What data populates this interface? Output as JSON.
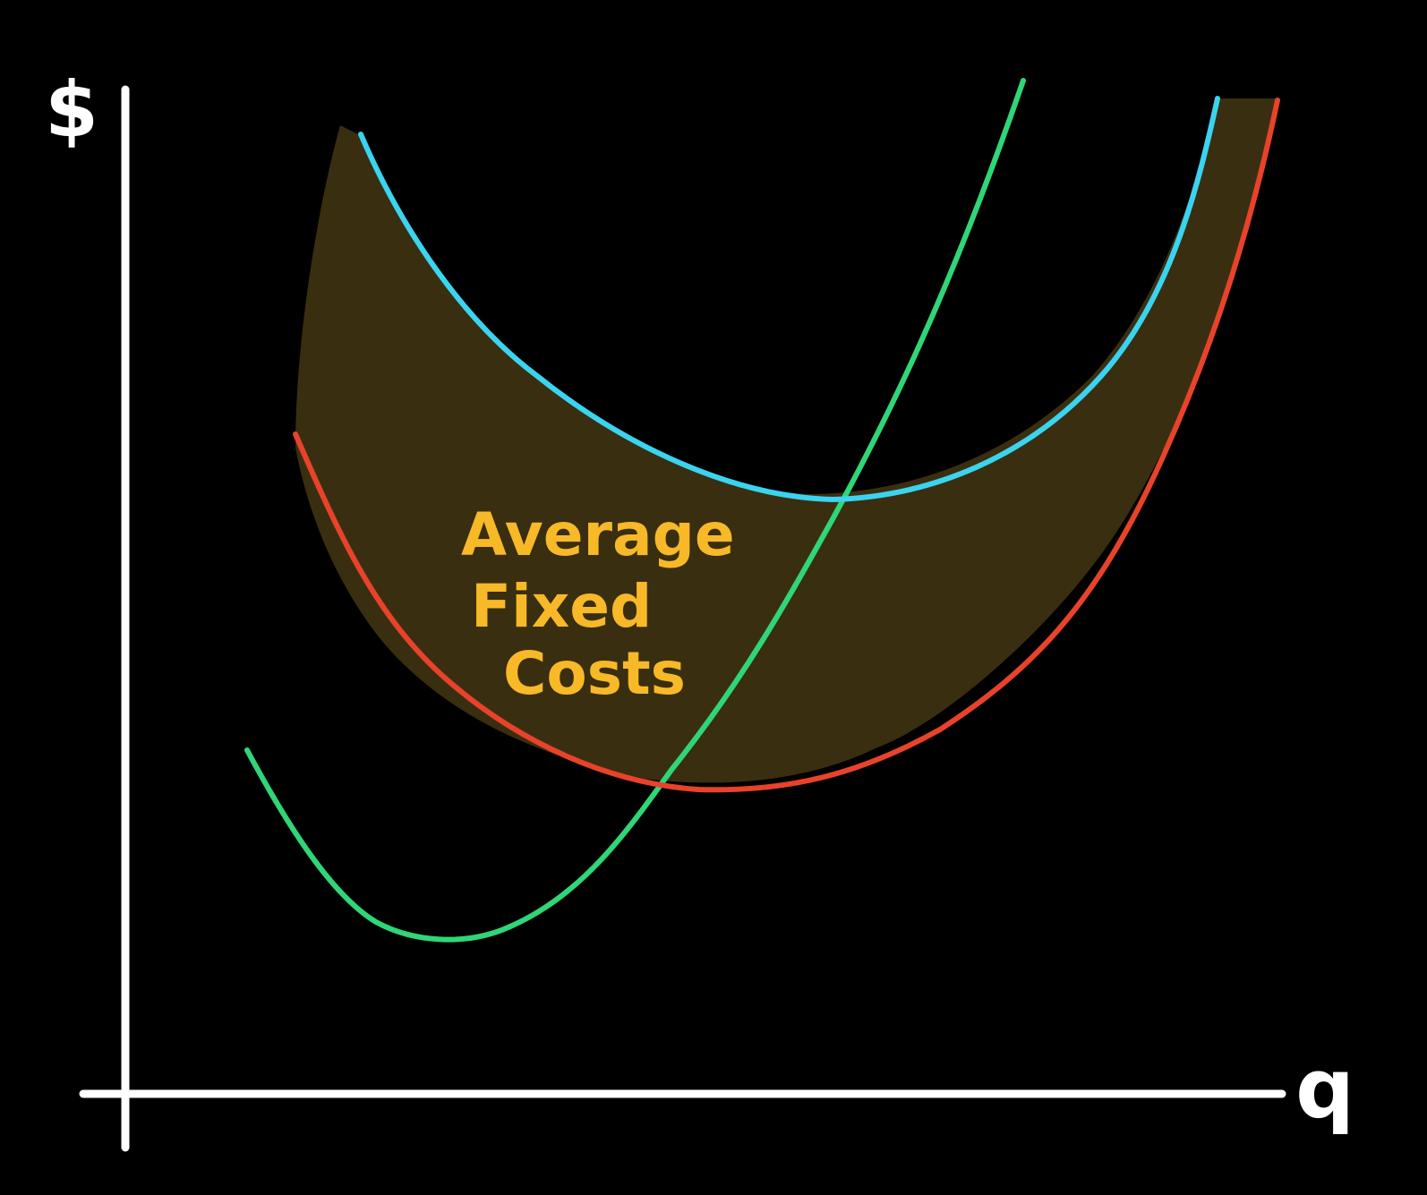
{
  "axes": {
    "y_label": "$",
    "x_label": "q"
  },
  "region": {
    "label_lines": [
      "Average",
      "Fixed",
      "Costs"
    ],
    "fill_color": "#3a2e10",
    "text_color": "#f7b928"
  },
  "curves": [
    {
      "id": "marginal-cost",
      "color": "#2fd678"
    },
    {
      "id": "average-total-cost",
      "color": "#3ad4f0"
    },
    {
      "id": "average-variable-cost",
      "color": "#e8432a"
    }
  ]
}
